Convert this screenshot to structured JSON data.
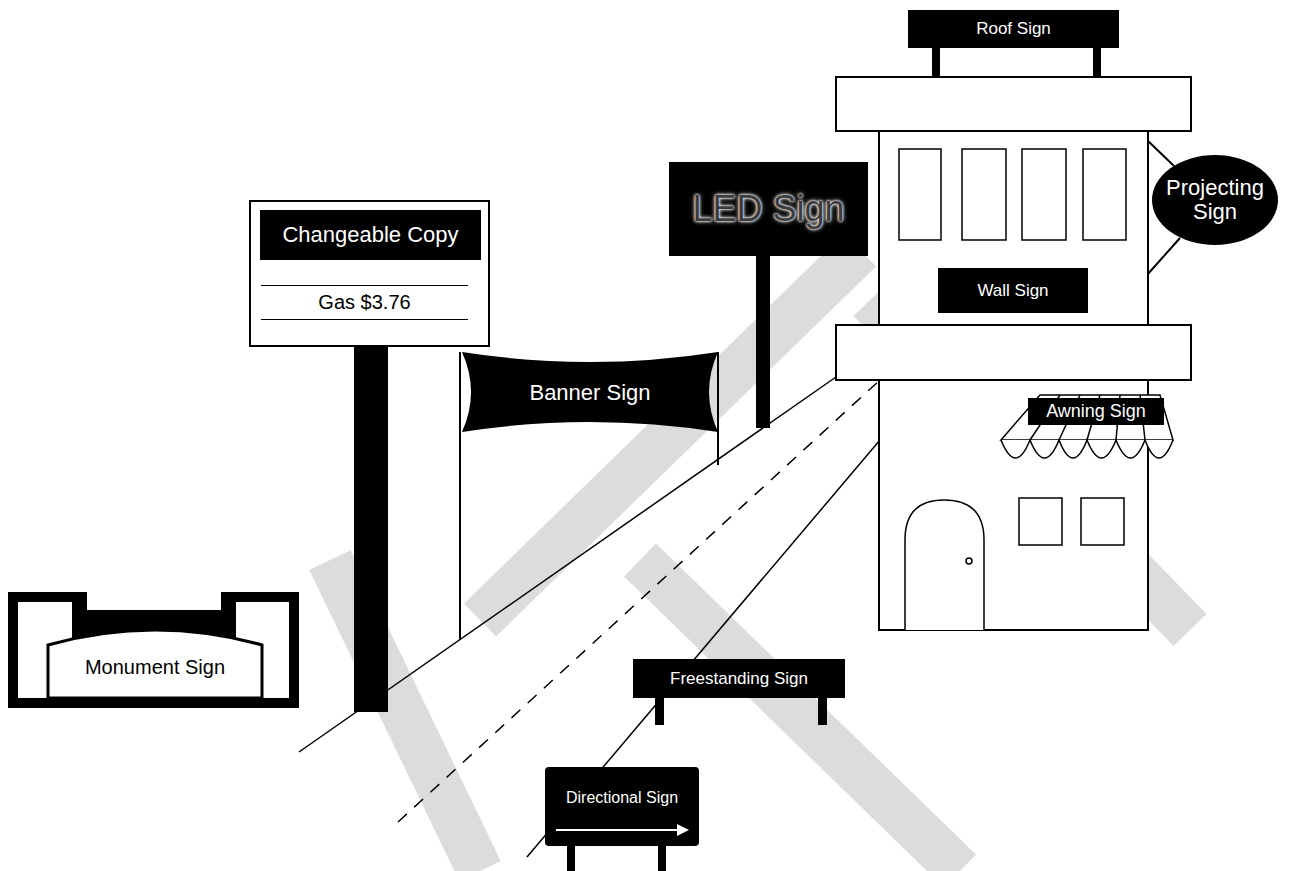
{
  "diagram": {
    "nodes": [
      {
        "text": [
          "Roof Sign"
        ]
      },
      {
        "text": [
          "LED Sign"
        ]
      },
      {
        "text": [
          "Projecting Sign"
        ]
      },
      {
        "text": [
          "Changeable Copy",
          "Gas $3.76"
        ]
      },
      {
        "text": [
          "Wall Sign"
        ]
      },
      {
        "text": [
          "Banner Sign"
        ]
      },
      {
        "text": [
          "Awning Sign"
        ]
      },
      {
        "text": [
          "Monument Sign"
        ]
      },
      {
        "text": [
          "Freestanding Sign"
        ]
      },
      {
        "text": [
          "Directional Sign"
        ]
      }
    ]
  }
}
